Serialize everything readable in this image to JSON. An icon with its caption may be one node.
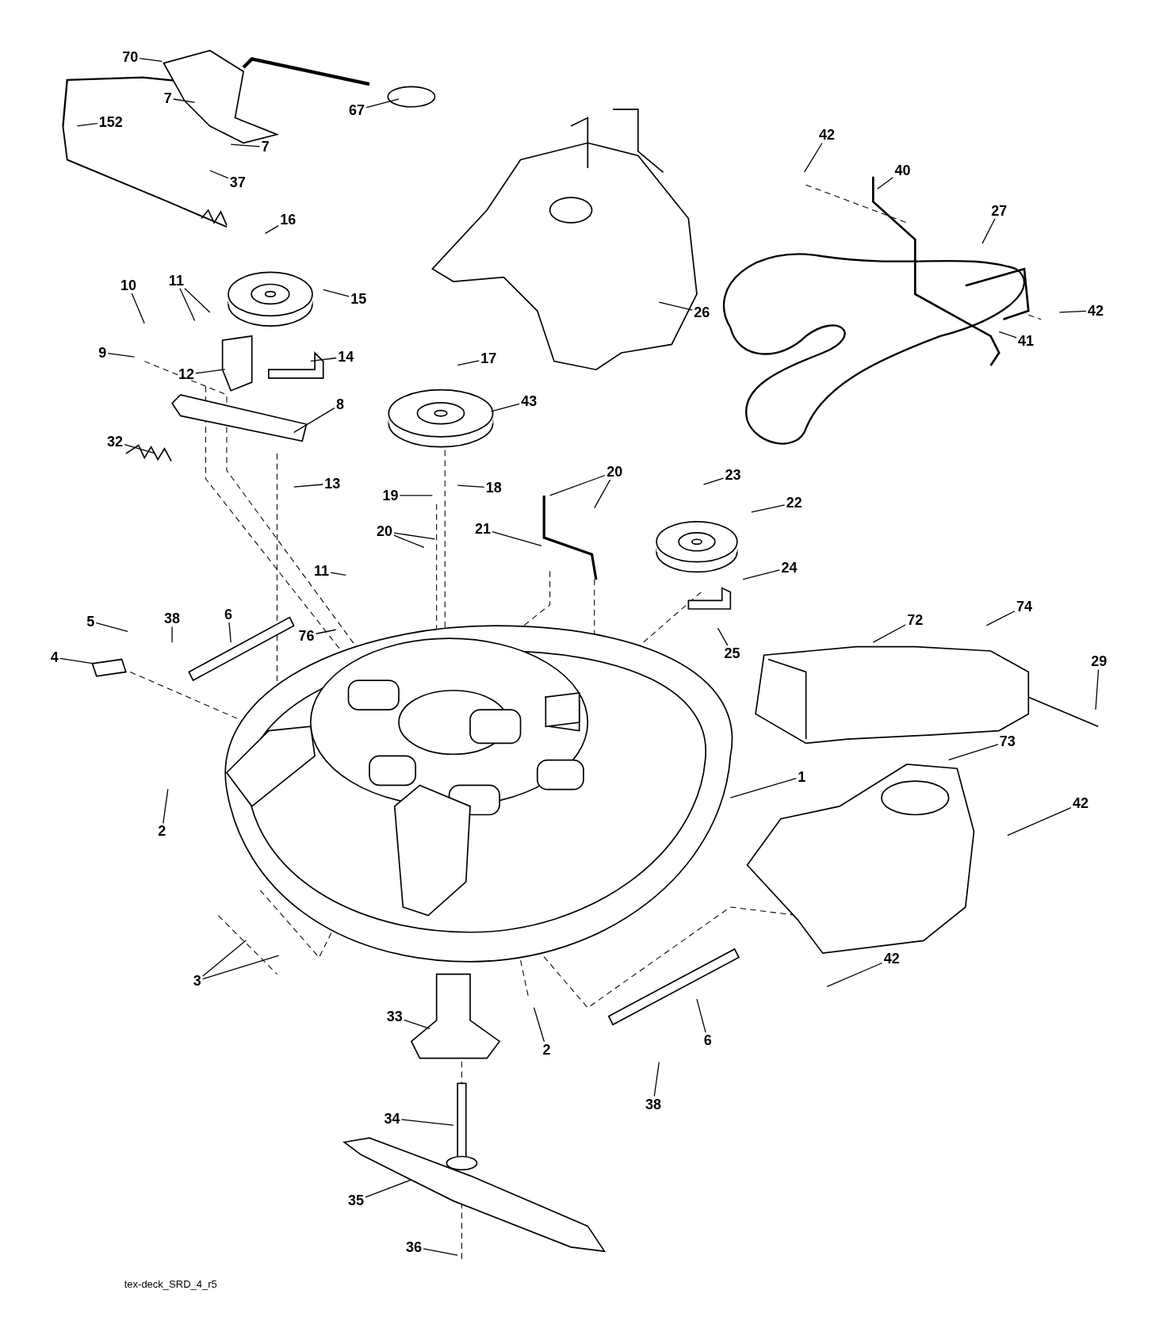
{
  "diagram": {
    "nodes": [
      {
        "text": [
          "70"
        ]
      },
      {
        "text": [
          "67"
        ]
      },
      {
        "text": [
          "7"
        ]
      },
      {
        "text": [
          "152"
        ]
      },
      {
        "text": [
          "7"
        ]
      },
      {
        "text": [
          "37"
        ]
      },
      {
        "text": [
          "16"
        ]
      },
      {
        "text": [
          "42"
        ]
      },
      {
        "text": [
          "40"
        ]
      },
      {
        "text": [
          "27"
        ]
      },
      {
        "text": [
          "15"
        ]
      },
      {
        "text": [
          "11"
        ]
      },
      {
        "text": [
          "10"
        ]
      },
      {
        "text": [
          "26"
        ]
      },
      {
        "text": [
          "42"
        ]
      },
      {
        "text": [
          "41"
        ]
      },
      {
        "text": [
          "9"
        ]
      },
      {
        "text": [
          "14"
        ]
      },
      {
        "text": [
          "12"
        ]
      },
      {
        "text": [
          "17"
        ]
      },
      {
        "text": [
          "43"
        ]
      },
      {
        "text": [
          "8"
        ]
      },
      {
        "text": [
          "32"
        ]
      },
      {
        "text": [
          "13"
        ]
      },
      {
        "text": [
          "18"
        ]
      },
      {
        "text": [
          "19"
        ]
      },
      {
        "text": [
          "20"
        ]
      },
      {
        "text": [
          "23"
        ]
      },
      {
        "text": [
          "21"
        ]
      },
      {
        "text": [
          "22"
        ]
      },
      {
        "text": [
          "20"
        ]
      },
      {
        "text": [
          "11"
        ]
      },
      {
        "text": [
          "24"
        ]
      },
      {
        "text": [
          "74"
        ]
      },
      {
        "text": [
          "5"
        ]
      },
      {
        "text": [
          "38"
        ]
      },
      {
        "text": [
          "6"
        ]
      },
      {
        "text": [
          "76"
        ]
      },
      {
        "text": [
          "72"
        ]
      },
      {
        "text": [
          "4"
        ]
      },
      {
        "text": [
          "25"
        ]
      },
      {
        "text": [
          "29"
        ]
      },
      {
        "text": [
          "1"
        ]
      },
      {
        "text": [
          "73"
        ]
      },
      {
        "text": [
          "2"
        ]
      },
      {
        "text": [
          "42"
        ]
      },
      {
        "text": [
          "3"
        ]
      },
      {
        "text": [
          "42"
        ]
      },
      {
        "text": [
          "33"
        ]
      },
      {
        "text": [
          "2"
        ]
      },
      {
        "text": [
          "6"
        ]
      },
      {
        "text": [
          "38"
        ]
      },
      {
        "text": [
          "34"
        ]
      },
      {
        "text": [
          "35"
        ]
      },
      {
        "text": [
          "36"
        ]
      }
    ],
    "edges": [
      {
        "from": 0,
        "to": null,
        "arrow": "none"
      },
      {
        "from": 1,
        "to": null,
        "arrow": "none"
      },
      {
        "from": 2,
        "to": null,
        "arrow": "none"
      },
      {
        "from": 3,
        "to": null,
        "arrow": "none"
      },
      {
        "from": 4,
        "to": null,
        "arrow": "none"
      },
      {
        "from": 5,
        "to": null,
        "arrow": "none"
      },
      {
        "from": 6,
        "to": null,
        "arrow": "none"
      },
      {
        "from": 7,
        "to": null,
        "arrow": "none"
      },
      {
        "from": 8,
        "to": null,
        "arrow": "none"
      },
      {
        "from": 9,
        "to": null,
        "arrow": "none"
      },
      {
        "from": 10,
        "to": null,
        "arrow": "none"
      },
      {
        "from": 11,
        "to": null,
        "arrow": "none"
      },
      {
        "from": 11,
        "to": null,
        "arrow": "none"
      },
      {
        "from": 12,
        "to": null,
        "arrow": "none"
      },
      {
        "from": 13,
        "to": null,
        "arrow": "none"
      },
      {
        "from": 14,
        "to": null,
        "arrow": "none"
      },
      {
        "from": 15,
        "to": null,
        "arrow": "none"
      },
      {
        "from": 16,
        "to": null,
        "arrow": "none"
      },
      {
        "from": 17,
        "to": null,
        "arrow": "none"
      },
      {
        "from": 18,
        "to": null,
        "arrow": "none"
      },
      {
        "from": 19,
        "to": null,
        "arrow": "none"
      },
      {
        "from": 20,
        "to": null,
        "arrow": "none"
      },
      {
        "from": 21,
        "to": null,
        "arrow": "none"
      },
      {
        "from": 22,
        "to": null,
        "arrow": "none"
      },
      {
        "from": 23,
        "to": null,
        "arrow": "none"
      },
      {
        "from": 24,
        "to": null,
        "arrow": "none"
      },
      {
        "from": 25,
        "to": null,
        "arrow": "none"
      },
      {
        "from": 26,
        "to": null,
        "arrow": "none"
      },
      {
        "from": 26,
        "to": null,
        "arrow": "none"
      },
      {
        "from": 27,
        "to": null,
        "arrow": "none"
      },
      {
        "from": 28,
        "to": null,
        "arrow": "none"
      },
      {
        "from": 29,
        "to": null,
        "arrow": "none"
      },
      {
        "from": 30,
        "to": null,
        "arrow": "none"
      },
      {
        "from": 30,
        "to": null,
        "arrow": "none"
      },
      {
        "from": 31,
        "to": null,
        "arrow": "none"
      },
      {
        "from": 32,
        "to": null,
        "arrow": "none"
      },
      {
        "from": 33,
        "to": null,
        "arrow": "none"
      },
      {
        "from": 34,
        "to": null,
        "arrow": "none"
      },
      {
        "from": 35,
        "to": null,
        "arrow": "none"
      },
      {
        "from": 36,
        "to": null,
        "arrow": "none"
      },
      {
        "from": 37,
        "to": null,
        "arrow": "none"
      },
      {
        "from": 38,
        "to": null,
        "arrow": "none"
      },
      {
        "from": 39,
        "to": null,
        "arrow": "none"
      },
      {
        "from": 40,
        "to": null,
        "arrow": "none"
      },
      {
        "from": 41,
        "to": null,
        "arrow": "none"
      },
      {
        "from": 42,
        "to": null,
        "arrow": "none"
      },
      {
        "from": 43,
        "to": null,
        "arrow": "none"
      },
      {
        "from": 44,
        "to": null,
        "arrow": "none"
      },
      {
        "from": 45,
        "to": null,
        "arrow": "none"
      },
      {
        "from": 46,
        "to": null,
        "arrow": "none"
      },
      {
        "from": 46,
        "to": null,
        "arrow": "none"
      },
      {
        "from": 47,
        "to": null,
        "arrow": "none"
      },
      {
        "from": 48,
        "to": null,
        "arrow": "none"
      },
      {
        "from": 49,
        "to": null,
        "arrow": "none"
      },
      {
        "from": 50,
        "to": null,
        "arrow": "none"
      },
      {
        "from": 51,
        "to": null,
        "arrow": "none"
      },
      {
        "from": 52,
        "to": null,
        "arrow": "none"
      },
      {
        "from": 53,
        "to": null,
        "arrow": "none"
      },
      {
        "from": 54,
        "to": null,
        "arrow": "none"
      }
    ],
    "labels": [
      "tex-deck_SRD_4_r5"
    ]
  }
}
